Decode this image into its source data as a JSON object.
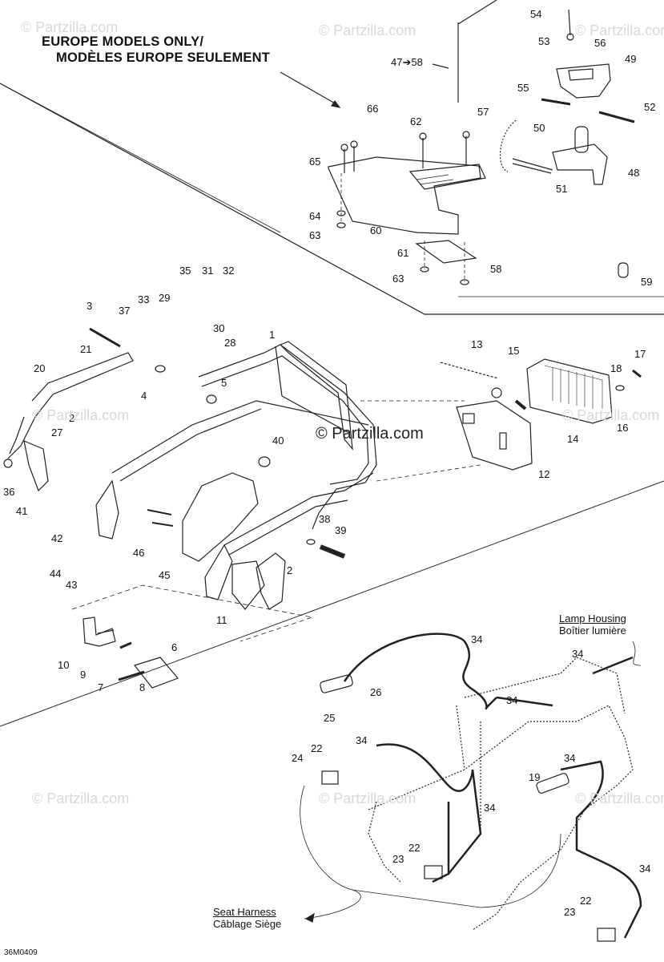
{
  "header": {
    "line1": "EUROPE MODELS ONLY/",
    "line2": "MODÈLES EUROPE SEULEMENT"
  },
  "range_label": "47➔58",
  "captions": {
    "lamp_housing_en": "Lamp Housing",
    "lamp_housing_fr": "Boîtier lumière",
    "seat_harness_en": "Seat Harness",
    "seat_harness_fr": "Câblage Siège"
  },
  "watermark": "© Partzilla.com",
  "drawing_code": "36M0409",
  "callouts": [
    {
      "label": "54"
    },
    {
      "label": "53"
    },
    {
      "label": "56"
    },
    {
      "label": "49"
    },
    {
      "label": "55"
    },
    {
      "label": "52"
    },
    {
      "label": "50"
    },
    {
      "label": "48"
    },
    {
      "label": "51"
    },
    {
      "label": "66"
    },
    {
      "label": "62"
    },
    {
      "label": "57"
    },
    {
      "label": "65"
    },
    {
      "label": "64"
    },
    {
      "label": "63"
    },
    {
      "label": "60"
    },
    {
      "label": "61"
    },
    {
      "label": "63"
    },
    {
      "label": "58"
    },
    {
      "label": "59"
    },
    {
      "label": "35"
    },
    {
      "label": "31"
    },
    {
      "label": "32"
    },
    {
      "label": "33"
    },
    {
      "label": "29"
    },
    {
      "label": "37"
    },
    {
      "label": "30"
    },
    {
      "label": "3"
    },
    {
      "label": "21"
    },
    {
      "label": "1"
    },
    {
      "label": "28"
    },
    {
      "label": "20"
    },
    {
      "label": "4"
    },
    {
      "label": "5"
    },
    {
      "label": "2"
    },
    {
      "label": "27"
    },
    {
      "label": "36"
    },
    {
      "label": "41"
    },
    {
      "label": "42"
    },
    {
      "label": "40"
    },
    {
      "label": "46"
    },
    {
      "label": "45"
    },
    {
      "label": "44"
    },
    {
      "label": "43"
    },
    {
      "label": "38"
    },
    {
      "label": "39"
    },
    {
      "label": "2"
    },
    {
      "label": "11"
    },
    {
      "label": "13"
    },
    {
      "label": "15"
    },
    {
      "label": "17"
    },
    {
      "label": "18"
    },
    {
      "label": "14"
    },
    {
      "label": "16"
    },
    {
      "label": "12"
    },
    {
      "label": "6"
    },
    {
      "label": "10"
    },
    {
      "label": "9"
    },
    {
      "label": "7"
    },
    {
      "label": "8"
    },
    {
      "label": "34"
    },
    {
      "label": "34"
    },
    {
      "label": "26"
    },
    {
      "label": "34"
    },
    {
      "label": "25"
    },
    {
      "label": "22"
    },
    {
      "label": "34"
    },
    {
      "label": "24"
    },
    {
      "label": "34"
    },
    {
      "label": "19"
    },
    {
      "label": "34"
    },
    {
      "label": "22"
    },
    {
      "label": "23"
    },
    {
      "label": "34"
    },
    {
      "label": "22"
    },
    {
      "label": "23"
    }
  ]
}
